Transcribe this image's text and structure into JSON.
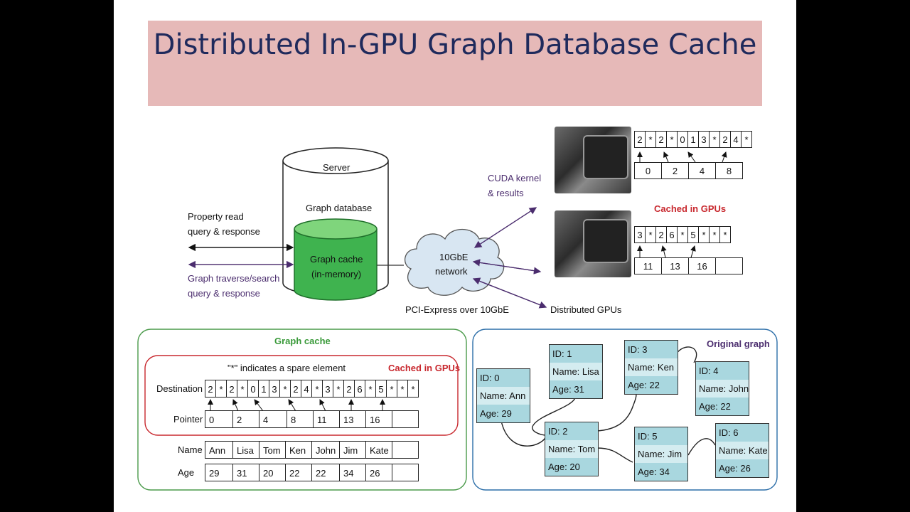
{
  "title": "Distributed In-GPU Graph Database Cache",
  "top": {
    "server": "Server",
    "graph_database": "Graph database",
    "graph_cache_line1": "Graph cache",
    "graph_cache_line2": "(in-memory)",
    "property_line1": "Property read",
    "property_line2": "query & response",
    "traverse_line1": "Graph traverse/search",
    "traverse_line2": "query & response",
    "network_line1": "10GbE",
    "network_line2": "network",
    "pci": "PCI-Express over 10GbE",
    "cuda_line1": "CUDA kernel",
    "cuda_line2": "& results",
    "distributed": "Distributed GPUs",
    "cached_in_gpus": "Cached in GPUs",
    "gpu1_dest": [
      "2",
      "*",
      "2",
      "*",
      "0",
      "1",
      "3",
      "*",
      "2",
      "4",
      "*"
    ],
    "gpu1_ptr": [
      "0",
      "2",
      "4",
      "8"
    ],
    "gpu2_dest": [
      "3",
      "*",
      "2",
      "6",
      "*",
      "5",
      "*",
      "*",
      "*"
    ],
    "gpu2_ptr": [
      "11",
      "13",
      "16",
      ""
    ]
  },
  "graph_cache": {
    "heading": "Graph cache",
    "note": "\"*\" indicates a spare element",
    "cached_in_gpus": "Cached in GPUs",
    "destination_label": "Destination",
    "pointer_label": "Pointer",
    "name_label": "Name",
    "age_label": "Age",
    "destination": [
      "2",
      "*",
      "2",
      "*",
      "0",
      "1",
      "3",
      "*",
      "2",
      "4",
      "*",
      "3",
      "*",
      "2",
      "6",
      "*",
      "5",
      "*",
      "*",
      "*"
    ],
    "pointer": [
      "0",
      "2",
      "4",
      "8",
      "11",
      "13",
      "16",
      ""
    ],
    "names": [
      "Ann",
      "Lisa",
      "Tom",
      "Ken",
      "John",
      "Jim",
      "Kate",
      ""
    ],
    "ages": [
      "29",
      "31",
      "20",
      "22",
      "22",
      "34",
      "26",
      ""
    ]
  },
  "original_graph": {
    "heading": "Original graph",
    "nodes": [
      {
        "id": "ID: 0",
        "name": "Name: Ann",
        "age": "Age: 29"
      },
      {
        "id": "ID: 1",
        "name": "Name: Lisa",
        "age": "Age: 31"
      },
      {
        "id": "ID: 2",
        "name": "Name: Tom",
        "age": "Age: 20"
      },
      {
        "id": "ID: 3",
        "name": "Name: Ken",
        "age": "Age: 22"
      },
      {
        "id": "ID: 4",
        "name": "Name: John",
        "age": "Age: 22"
      },
      {
        "id": "ID: 5",
        "name": "Name: Jim",
        "age": "Age: 34"
      },
      {
        "id": "ID: 6",
        "name": "Name: Kate",
        "age": "Age: 26"
      }
    ]
  },
  "colors": {
    "title_bg": "#e6b9b8",
    "title_text": "#1f2a5c",
    "cache_green": "#3fb34f",
    "network_blue": "#d8e6f2",
    "node_blue": "#a9d7df",
    "accent_red": "#c8282e",
    "arrow_purple": "#4b2d6e"
  }
}
